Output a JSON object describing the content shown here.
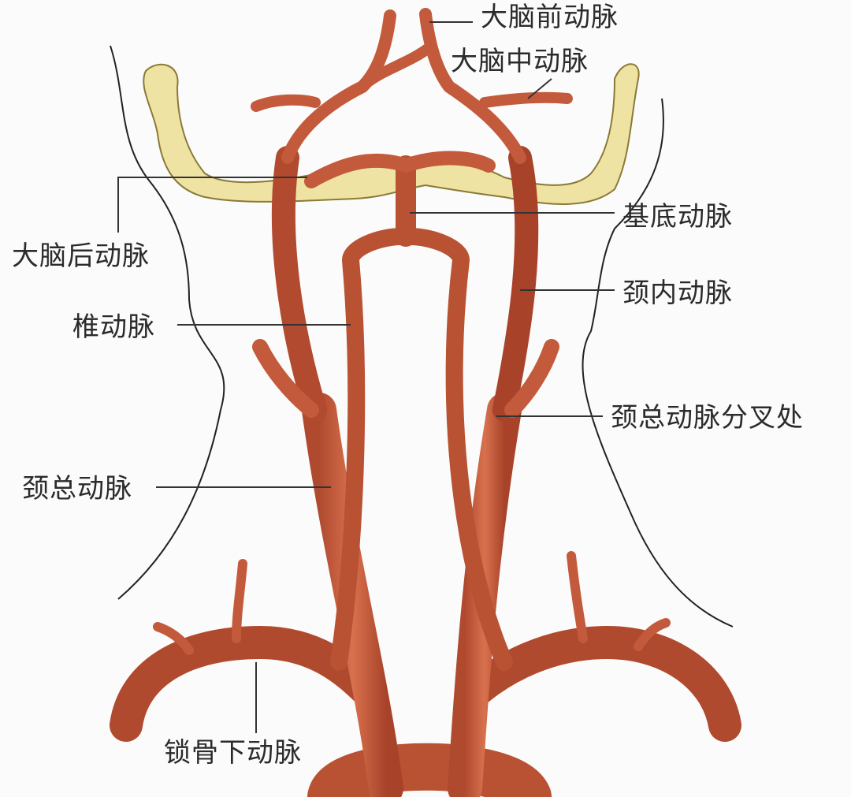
{
  "labels": {
    "anterior_cerebral": "大脑前动脉",
    "middle_cerebral": "大脑中动脉",
    "basilar": "基底动脉",
    "posterior_cerebral": "大脑后动脉",
    "internal_carotid": "颈内动脉",
    "vertebral": "椎动脉",
    "carotid_bifurcation": "颈总动脉分叉处",
    "common_carotid": "颈总动脉",
    "subclavian": "锁骨下动脉"
  },
  "colors": {
    "artery": "#c35a3b",
    "artery_dark": "#8f3a25",
    "bone": "#efe3a4",
    "bone_outline": "#8a7a36",
    "outline": "#222222"
  }
}
